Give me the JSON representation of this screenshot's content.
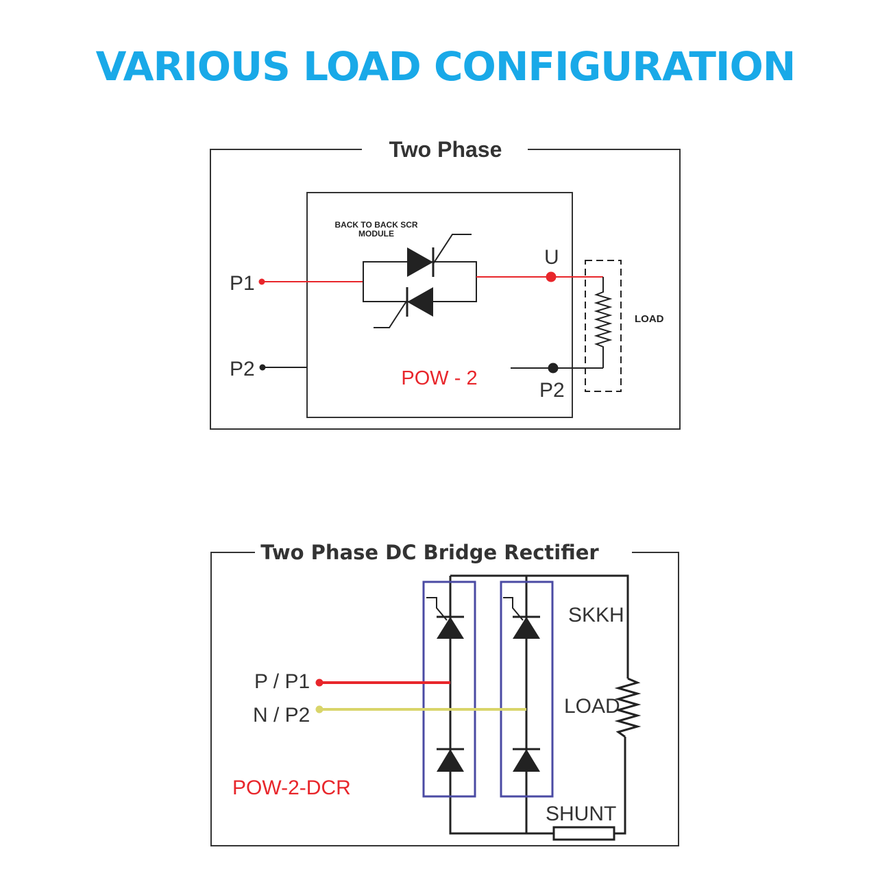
{
  "title": "VARIOUS LOAD CONFIGURATION",
  "colors": {
    "title": "#19a9e8",
    "red_wire": "#e8262b",
    "yellow_wire": "#d9d56a",
    "module_box": "#4a4aa3",
    "line": "#222222"
  },
  "two_phase": {
    "title": "Two Phase",
    "module_label_line1": "BACK TO BACK SCR",
    "module_label_line2": "MODULE",
    "terminal_p1": "P1",
    "terminal_p2": "P2",
    "output_u": "U",
    "output_p2": "P2",
    "load": "LOAD",
    "model": "POW - 2"
  },
  "dc_bridge": {
    "title": "Two Phase DC Bridge Rectifier",
    "input_p": "P / P1",
    "input_n": "N / P2",
    "module": "SKKH",
    "load": "LOAD",
    "shunt": "SHUNT",
    "model": "POW-2-DCR"
  }
}
